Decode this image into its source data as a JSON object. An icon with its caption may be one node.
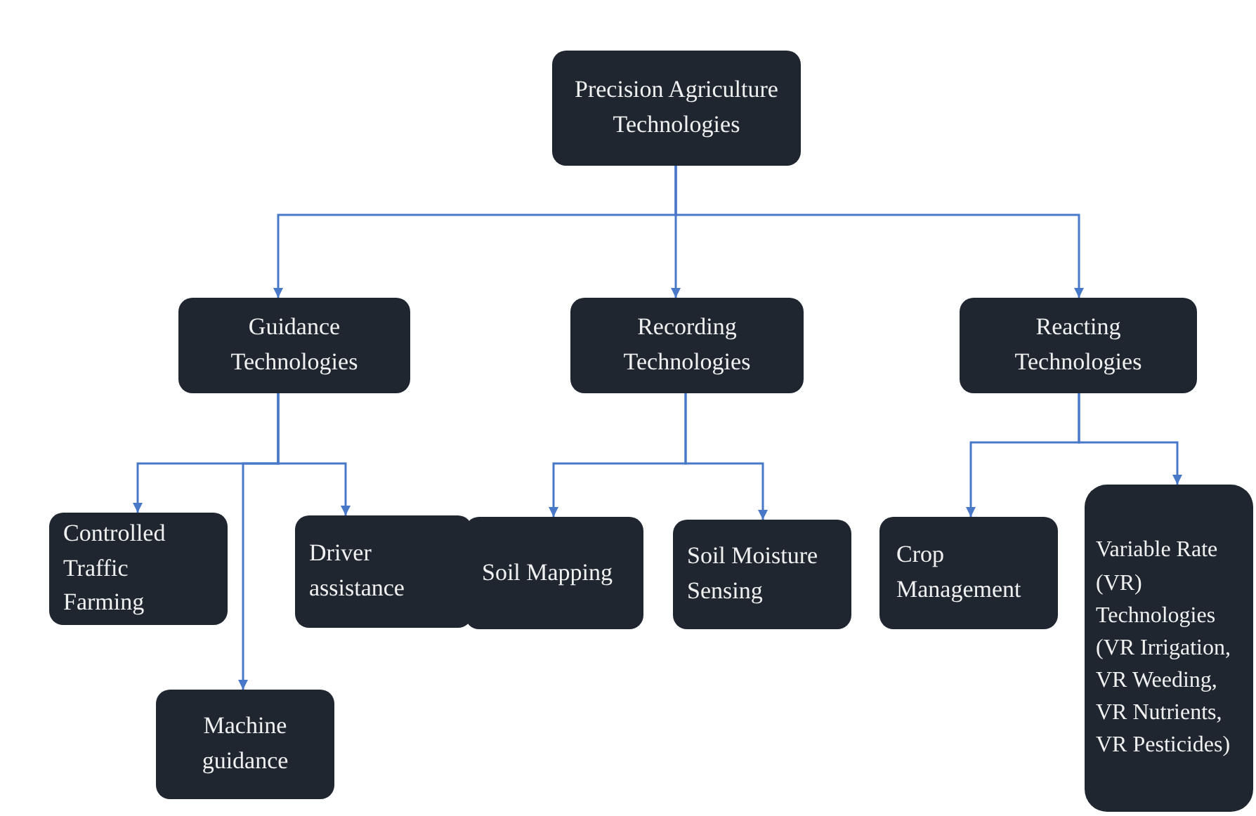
{
  "diagram": {
    "nodes": [
      {
        "text": [
          "Precision Agriculture Technologies"
        ]
      },
      {
        "text": [
          "Guidance Technologies"
        ]
      },
      {
        "text": [
          "Recording Technologies"
        ]
      },
      {
        "text": [
          "Reacting Technologies"
        ]
      },
      {
        "text": [
          "Controlled Traffic Farming"
        ]
      },
      {
        "text": [
          "Driver assistance"
        ]
      },
      {
        "text": [
          "Machine guidance"
        ]
      },
      {
        "text": [
          "Soil Mapping"
        ]
      },
      {
        "text": [
          "Soil Moisture Sensing"
        ]
      },
      {
        "text": [
          "Crop Management"
        ]
      },
      {
        "text": [
          "Variable Rate (VR) Technologies (VR Irrigation, VR Weeding, VR Nutrients, VR Pesticides)"
        ]
      }
    ],
    "edges": [
      {
        "from": 0,
        "to": 1,
        "arrow": "to"
      },
      {
        "from": 0,
        "to": 2,
        "arrow": "to"
      },
      {
        "from": 0,
        "to": 3,
        "arrow": "to"
      },
      {
        "from": 1,
        "to": 4,
        "arrow": "to"
      },
      {
        "from": 1,
        "to": 5,
        "arrow": "to"
      },
      {
        "from": 1,
        "to": 6,
        "arrow": "to"
      },
      {
        "from": 2,
        "to": 7,
        "arrow": "to"
      },
      {
        "from": 2,
        "to": 8,
        "arrow": "to"
      },
      {
        "from": 3,
        "to": 9,
        "arrow": "to"
      },
      {
        "from": 3,
        "to": 10,
        "arrow": "to"
      }
    ]
  }
}
